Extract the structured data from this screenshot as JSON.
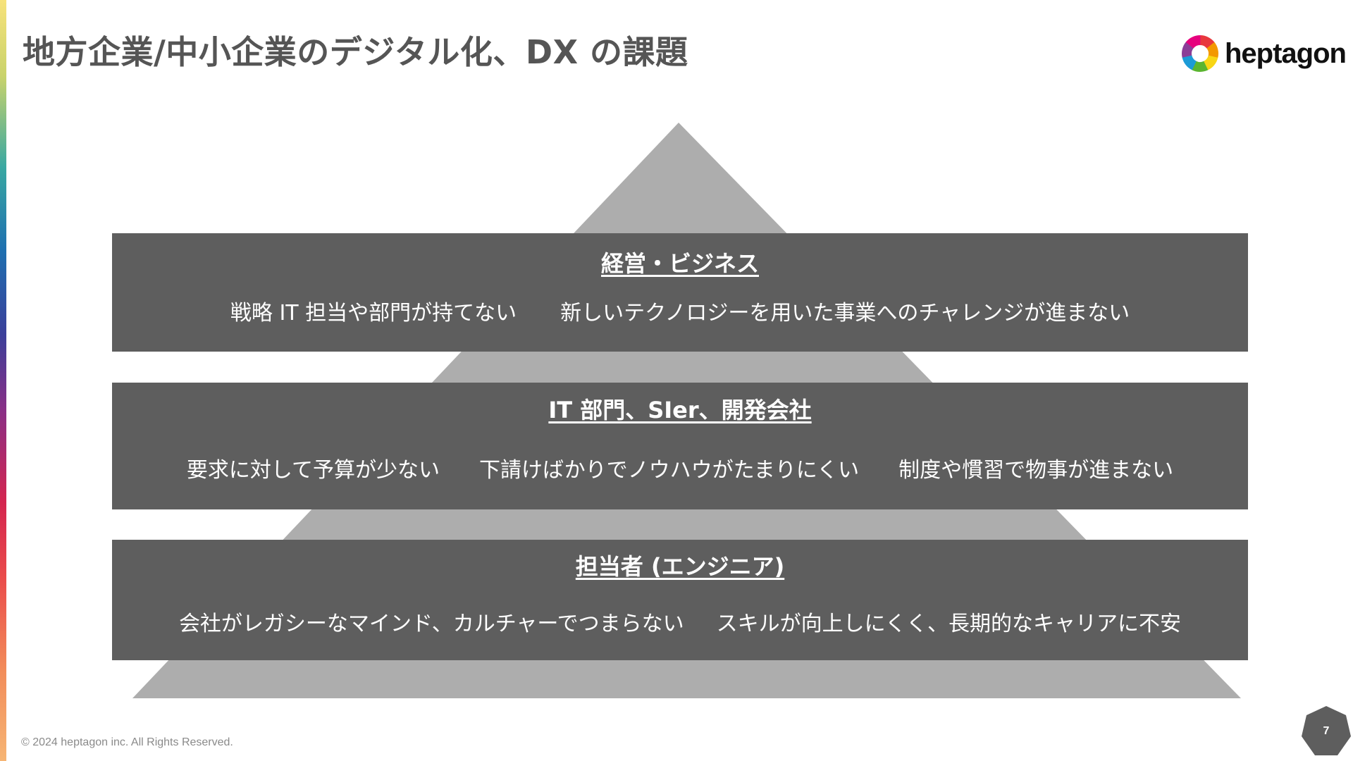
{
  "slide": {
    "title": "地方企業/中小企業のデジタル化、DX の課題",
    "logo_text": "heptagon",
    "copyright": "© 2024 heptagon inc. All Rights Reserved.",
    "page_number": "7"
  },
  "colors": {
    "title_text": "#555555",
    "pyramid_fill": "#adadad",
    "tier_fill": "#5e5e5e",
    "tier_text": "#ffffff",
    "page_badge_fill": "#5e5e5e",
    "logo_segments": [
      "#e8383d",
      "#f39800",
      "#f8d615",
      "#5bb530",
      "#1c9bd7",
      "#8b3e97",
      "#e6007e"
    ]
  },
  "pyramid": {
    "tiers": [
      {
        "title": "経営・ビジネス",
        "items": [
          "戦略 IT 担当や部門が持てない",
          "新しいテクノロジーを用いた事業へのチャレンジが進まない"
        ]
      },
      {
        "title": "IT 部門、SIer、開発会社",
        "items": [
          "要求に対して予算が少ない",
          "下請けばかりでノウハウがたまりにくい",
          "制度や慣習で物事が進まない"
        ]
      },
      {
        "title": "担当者 (エンジニア)",
        "items": [
          "会社がレガシーなマインド、カルチャーでつまらない",
          "スキルが向上しにくく、長期的なキャリアに不安"
        ]
      }
    ]
  }
}
